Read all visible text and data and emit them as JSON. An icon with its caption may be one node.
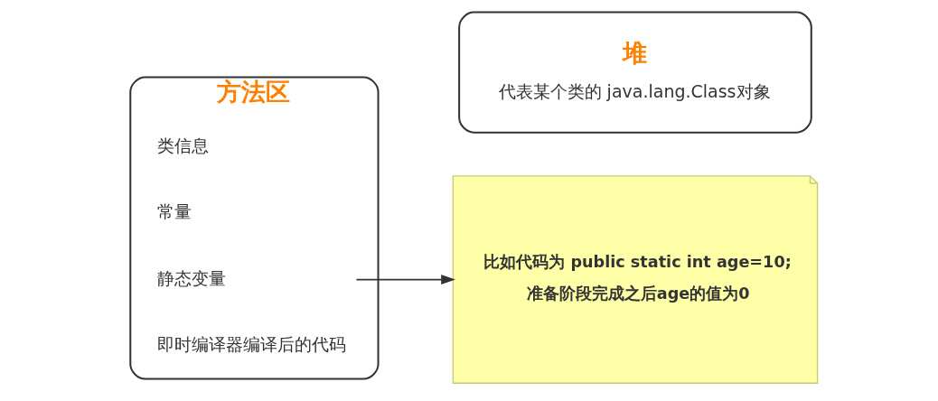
{
  "diagram": {
    "nodes": [
      {
        "text": [
          "方法区"
        ]
      },
      {
        "text": [
          "类信息"
        ],
        "in": 0
      },
      {
        "text": [
          "常量"
        ],
        "in": 0
      },
      {
        "text": [
          "静态变量"
        ],
        "in": 0
      },
      {
        "text": [
          "即时编译器编译后的代码"
        ],
        "in": 0
      },
      {
        "text": [
          "比如代码为 public static int age=10;",
          "准备阶段完成之后age的值为0"
        ]
      },
      {
        "text": [
          "堆",
          "代表某个类的 java.lang.Class对象"
        ]
      }
    ],
    "edges": [
      {
        "from": 3,
        "to": 5,
        "arrow": "to"
      }
    ]
  }
}
